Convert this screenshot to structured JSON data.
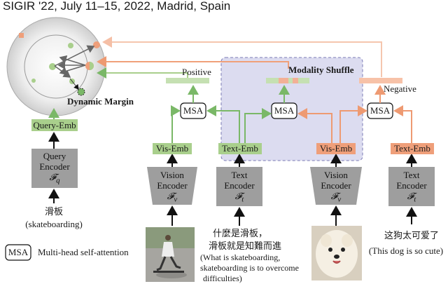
{
  "header": "SIGIR '22, July 11–15, 2022, Madrid, Spain",
  "labels": {
    "positive": "Positive",
    "negative": "Negative",
    "modality_shuffle": "Modality Shuffle",
    "dynamic_margin": "Dynamic Margin",
    "msa": "MSA",
    "msa_legend": "Multi-head self-attention"
  },
  "embeddings": {
    "query": "Query-Emb",
    "vis1": "Vis-Emb",
    "text1": "Text-Emb",
    "vis2": "Vis-Emb",
    "text2": "Text-Emb"
  },
  "encoders": {
    "query": {
      "name": "Query",
      "sub": "Encoder",
      "symbol": "𝓕",
      "subscript": "q"
    },
    "vision1": {
      "name": "Vision",
      "sub": "Encoder",
      "symbol": "𝓕",
      "subscript": "v"
    },
    "text1": {
      "name": "Text",
      "sub": "Encoder",
      "symbol": "𝓕",
      "subscript": "t"
    },
    "vision2": {
      "name": "Vision",
      "sub": "Encoder",
      "symbol": "𝓕",
      "subscript": "v"
    },
    "text2": {
      "name": "Text",
      "sub": "Encoder",
      "symbol": "𝓕",
      "subscript": "t"
    }
  },
  "inputs": {
    "query_cn": "滑板",
    "query_en": "(skateboarding)",
    "text1_cn_line1": "什麼是滑板，",
    "text1_cn_line2": "滑板就是知難而進",
    "text1_en_line1": "(What is skateboarding,",
    "text1_en_line2": "skateboarding is to overcome",
    "text1_en_line3": "difficulties)",
    "text2_cn": "这狗太可爱了",
    "text2_en": "(This dog is so cute)"
  },
  "colors": {
    "green": "#a9cf8c",
    "green_dark": "#6fa85a",
    "orange": "#ef9f7a",
    "orange_light": "#f7c9b3",
    "gray_box": "#9e9e9e",
    "shuffle_bg": "#dcdcf0"
  }
}
